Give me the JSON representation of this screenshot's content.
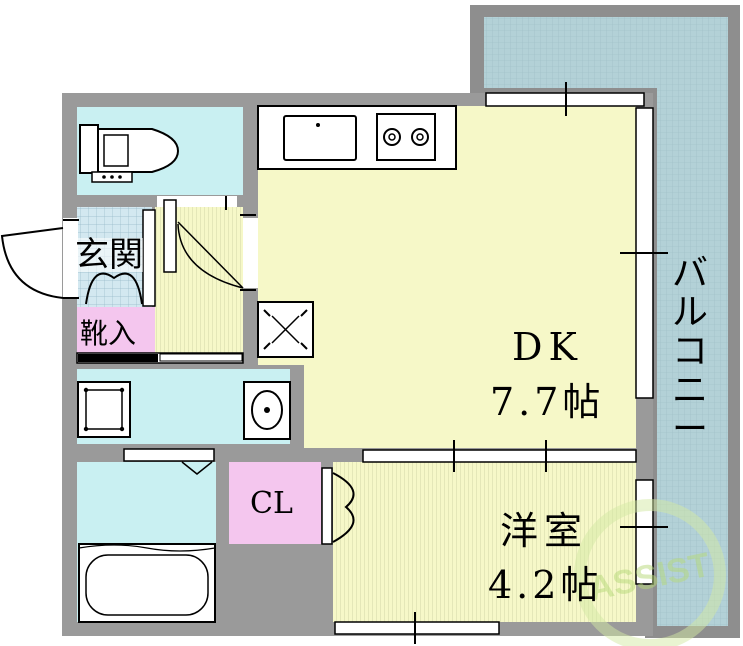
{
  "rooms": {
    "dk_name": "DK",
    "dk_size": "7.7帖",
    "western_name": "洋室",
    "western_size": "4.2帖",
    "closet": "CL",
    "entrance": "玄関",
    "shoe_storage": "靴入",
    "balcony": "バルコニー"
  },
  "watermark": "ASSIST",
  "colors": {
    "dk_floor": "#f6f8c8",
    "western_floor": "#f6f8c8",
    "wet_area": "#c9f0f2",
    "closet": "#f4c6ee",
    "balcony": "#b3d1d7",
    "wall": "#9a9a9a"
  }
}
